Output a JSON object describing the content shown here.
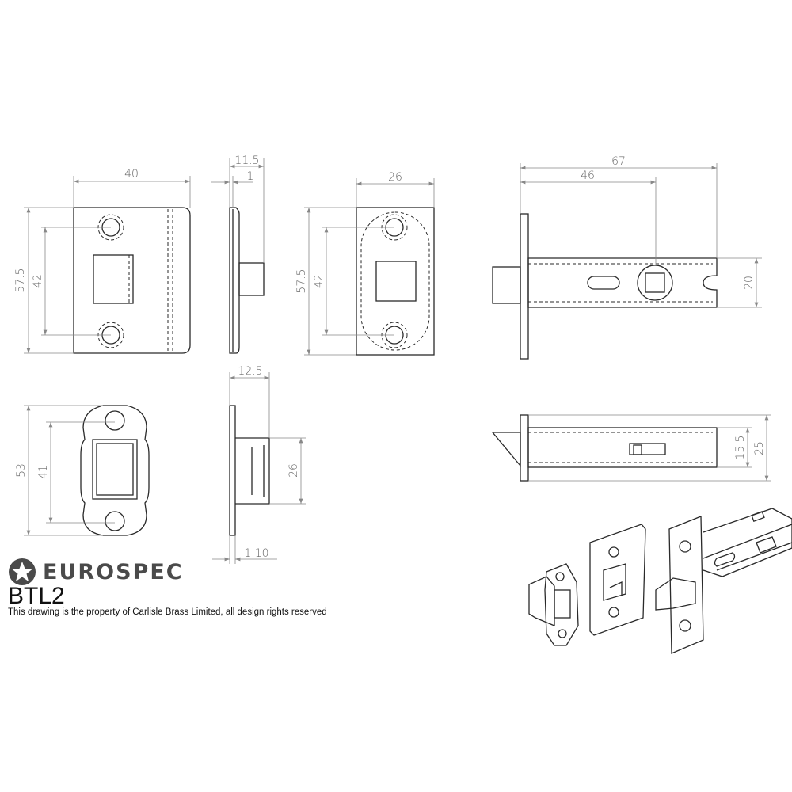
{
  "brand": {
    "name": "EUROSPEC",
    "logo_icon": "star-in-circle"
  },
  "product_code": "BTL2",
  "disclaimer": "This drawing is the property of Carlisle Brass Limited, all design rights reserved",
  "dimensions": {
    "strike_width": "40",
    "strike_height": "57.5",
    "strike_hole_spacing": "42",
    "strike_depth": "11.5",
    "strike_thickness": "1",
    "forend_width": "26",
    "forend_height": "57.5",
    "forend_hole_spacing": "42",
    "latch_length": "67",
    "backset": "46",
    "latch_body_height": "20",
    "keep_height": "53",
    "keep_hole_spacing": "41",
    "keep_depth": "12.5",
    "keep_body_height": "26",
    "keep_plate_thickness": "1.10",
    "latch_side_body": "15.5",
    "latch_side_plate": "25"
  }
}
